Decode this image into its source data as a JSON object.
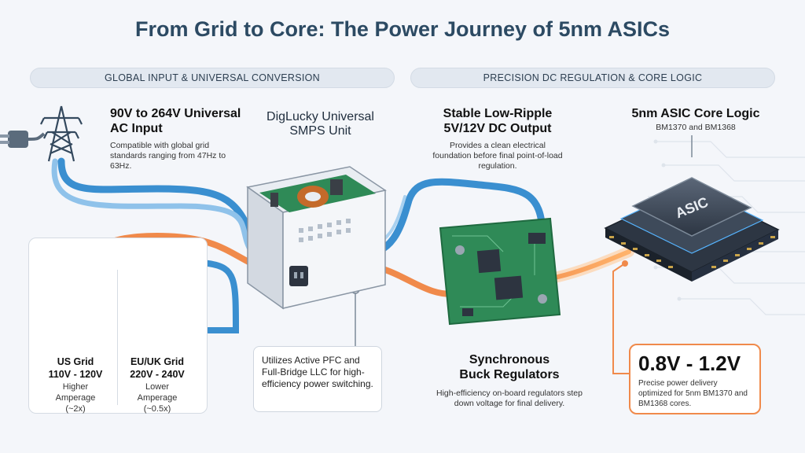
{
  "title": "From Grid to Core: The Power Journey of 5nm ASICs",
  "sections": {
    "left": "GLOBAL INPUT & UNIVERSAL CONVERSION",
    "right": "PRECISION DC REGULATION & CORE LOGIC"
  },
  "ac_input": {
    "title": "90V to 264V Universal AC Input",
    "desc": "Compatible with global grid standards ranging from 47Hz to 63Hz."
  },
  "smps": {
    "title": "DigLucky Universal SMPS Unit"
  },
  "dc_output": {
    "title": "Stable Low-Ripple 5V/12V DC Output",
    "desc": "Provides a clean electrical foundation before final point-of-load regulation."
  },
  "asic": {
    "title": "5nm ASIC Core Logic",
    "sub": "BM1370 and BM1368",
    "chip_label": "ASIC"
  },
  "grids": {
    "us": {
      "title": "US Grid",
      "range": "110V - 120V",
      "note": "Higher Amperage (~2x)"
    },
    "eu": {
      "title": "EU/UK Grid",
      "range": "220V - 240V",
      "note": "Lower Amperage (~0.5x)"
    }
  },
  "pfc_note": "Utilizes Active PFC and Full-Bridge LLC for high-efficiency power switching.",
  "buck": {
    "title": "Synchronous Buck Regulators",
    "desc": "High-efficiency on-board regulators step down voltage for final delivery."
  },
  "core_voltage": {
    "value": "0.8V - 1.2V",
    "desc": "Precise power delivery optimized for 5nm BM1370 and BM1368 cores."
  },
  "colors": {
    "ac_wire": "#3a8fd0",
    "hot_wire": "#f08a4b",
    "accent_orange": "#f08a4b",
    "title": "#2c4a63",
    "pcb": "#2f8a57"
  }
}
